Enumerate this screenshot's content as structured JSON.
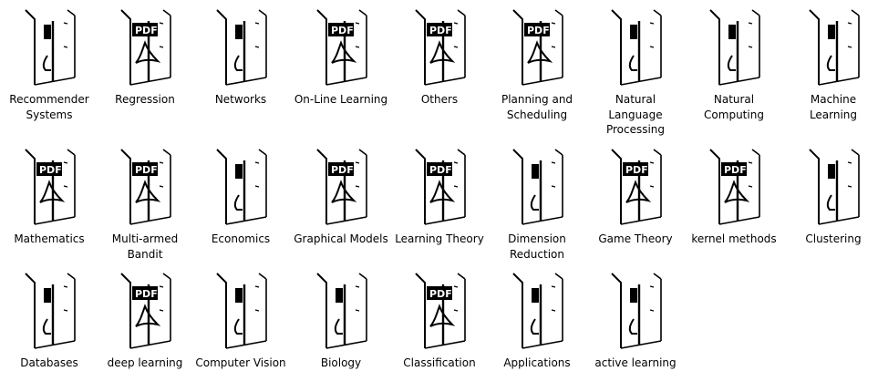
{
  "folder_view": {
    "items": [
      {
        "label": "Recommender Systems",
        "icon": "folder-icon"
      },
      {
        "label": "Regression",
        "icon": "pdf-folder-icon"
      },
      {
        "label": "Networks",
        "icon": "folder-icon"
      },
      {
        "label": "On-Line Learning",
        "icon": "pdf-folder-icon"
      },
      {
        "label": "Others",
        "icon": "pdf-folder-icon"
      },
      {
        "label": "Planning and Scheduling",
        "icon": "pdf-folder-icon"
      },
      {
        "label": "Natural Language Processing",
        "icon": "folder-icon"
      },
      {
        "label": "Natural Computing",
        "icon": "folder-icon"
      },
      {
        "label": "Machine Learning",
        "icon": "folder-icon"
      },
      {
        "label": "Mathematics",
        "icon": "pdf-folder-icon"
      },
      {
        "label": "Multi-armed Bandit",
        "icon": "pdf-folder-icon"
      },
      {
        "label": "Economics",
        "icon": "folder-icon"
      },
      {
        "label": "Graphical Models",
        "icon": "pdf-folder-icon"
      },
      {
        "label": "Learning Theory",
        "icon": "pdf-folder-icon"
      },
      {
        "label": "Dimension Reduction",
        "icon": "folder-icon"
      },
      {
        "label": "Game Theory",
        "icon": "pdf-folder-icon"
      },
      {
        "label": "kernel methods",
        "icon": "pdf-folder-icon"
      },
      {
        "label": "Clustering",
        "icon": "folder-icon"
      },
      {
        "label": "Databases",
        "icon": "folder-icon"
      },
      {
        "label": "deep learning",
        "icon": "pdf-folder-icon"
      },
      {
        "label": "Computer Vision",
        "icon": "folder-icon"
      },
      {
        "label": "Biology",
        "icon": "folder-icon"
      },
      {
        "label": "Classification",
        "icon": "pdf-folder-icon"
      },
      {
        "label": "Applications",
        "icon": "folder-icon"
      },
      {
        "label": "active learning",
        "icon": "folder-icon"
      }
    ],
    "pdf_badge_text": "PDF"
  }
}
